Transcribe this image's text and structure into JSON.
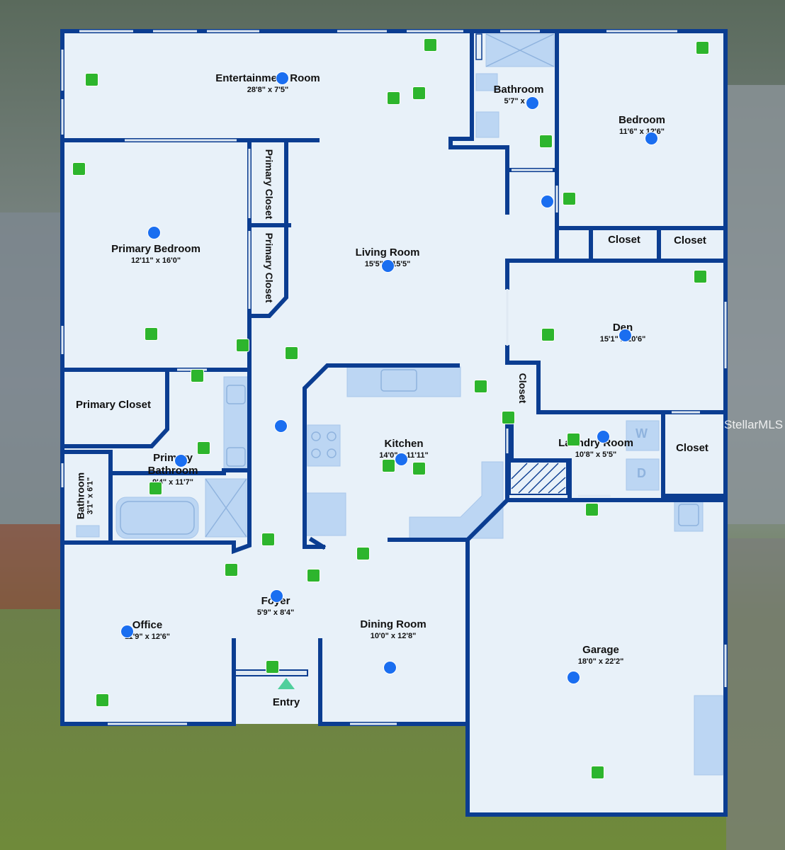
{
  "watermark": "StellarMLS",
  "entry": "Entry",
  "rooms": [
    {
      "id": "entertainment",
      "name": "Entertainment Room",
      "dims": "28'8\" x 7'5\""
    },
    {
      "id": "bathroom-upper",
      "name": "Bathroom",
      "dims": "5'7\" x 5'"
    },
    {
      "id": "bedroom",
      "name": "Bedroom",
      "dims": "11'6\" x 12'6\""
    },
    {
      "id": "primary-closet-1",
      "name": "Primary Closet",
      "dims": ""
    },
    {
      "id": "primary-closet-2",
      "name": "Primary Closet",
      "dims": ""
    },
    {
      "id": "primary-bedroom",
      "name": "Primary Bedroom",
      "dims": "12'11\" x 16'0\""
    },
    {
      "id": "living-room",
      "name": "Living Room",
      "dims": "15'5\" x 15'5\""
    },
    {
      "id": "closet-a",
      "name": "Closet",
      "dims": ""
    },
    {
      "id": "closet-b",
      "name": "Closet",
      "dims": ""
    },
    {
      "id": "den",
      "name": "Den",
      "dims": "15'1\" x 10'6\""
    },
    {
      "id": "closet-den",
      "name": "Closet",
      "dims": ""
    },
    {
      "id": "primary-closet-3",
      "name": "Primary Closet",
      "dims": ""
    },
    {
      "id": "kitchen",
      "name": "Kitchen",
      "dims": "14'0\" x 11'11\""
    },
    {
      "id": "laundry",
      "name": "Laundry Room",
      "dims": "10'8\" x 5'5\""
    },
    {
      "id": "closet-laundry",
      "name": "Closet",
      "dims": ""
    },
    {
      "id": "primary-bathroom",
      "name": "Primary Bathroom",
      "dims": "9'4\" x 11'7\""
    },
    {
      "id": "bathroom-small",
      "name": "Bathroom",
      "dims": "3'1\" x 6'1\""
    },
    {
      "id": "office",
      "name": "Office",
      "dims": "11'9\" x 12'6\""
    },
    {
      "id": "foyer",
      "name": "Foyer",
      "dims": "5'9\" x 8'4\""
    },
    {
      "id": "dining",
      "name": "Dining Room",
      "dims": "10'0\" x 12'8\""
    },
    {
      "id": "garage",
      "name": "Garage",
      "dims": "18'0\" x 22'2\""
    }
  ],
  "appliances": {
    "washer": "W",
    "dryer": "D"
  },
  "colors": {
    "wall": "#0b3d91",
    "floor": "#e8f1f9",
    "fixture": "#bcd6f3",
    "pano_marker": "#1a6ef0",
    "photo_marker": "#2db52d",
    "entry_arrow": "#4fcf9c"
  }
}
